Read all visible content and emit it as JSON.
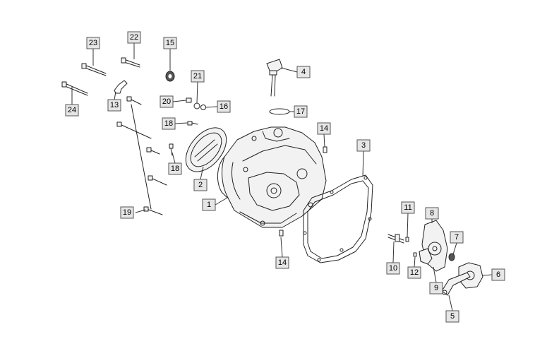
{
  "diagram": {
    "callouts": [
      {
        "id": "c1",
        "label": "1"
      },
      {
        "id": "c2",
        "label": "2"
      },
      {
        "id": "c3",
        "label": "3"
      },
      {
        "id": "c4",
        "label": "4"
      },
      {
        "id": "c5",
        "label": "5"
      },
      {
        "id": "c6",
        "label": "6"
      },
      {
        "id": "c7",
        "label": "7"
      },
      {
        "id": "c8",
        "label": "8"
      },
      {
        "id": "c9",
        "label": "9"
      },
      {
        "id": "c10",
        "label": "10"
      },
      {
        "id": "c11",
        "label": "11"
      },
      {
        "id": "c12",
        "label": "12"
      },
      {
        "id": "c13",
        "label": "13"
      },
      {
        "id": "c14a",
        "label": "14"
      },
      {
        "id": "c14b",
        "label": "14"
      },
      {
        "id": "c15",
        "label": "15"
      },
      {
        "id": "c16",
        "label": "16"
      },
      {
        "id": "c17",
        "label": "17"
      },
      {
        "id": "c18a",
        "label": "18"
      },
      {
        "id": "c18b",
        "label": "18"
      },
      {
        "id": "c19",
        "label": "19"
      },
      {
        "id": "c20",
        "label": "20"
      },
      {
        "id": "c21",
        "label": "21"
      },
      {
        "id": "c22",
        "label": "22"
      },
      {
        "id": "c23",
        "label": "23"
      },
      {
        "id": "c24",
        "label": "24"
      }
    ]
  }
}
